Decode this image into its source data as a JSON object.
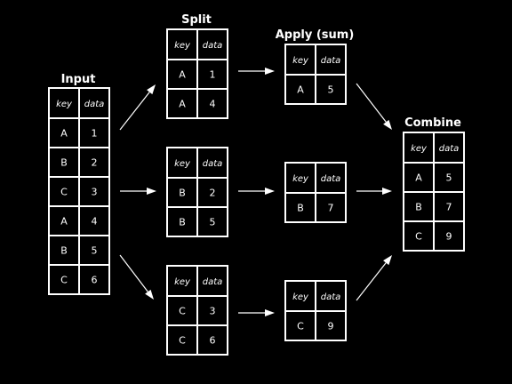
{
  "columns": {
    "key": "key",
    "data": "data"
  },
  "titles": {
    "input": "Input",
    "split": "Split",
    "apply": "Apply (sum)",
    "combine": "Combine"
  },
  "input": {
    "rows": [
      {
        "key": "A",
        "data": "1"
      },
      {
        "key": "B",
        "data": "2"
      },
      {
        "key": "C",
        "data": "3"
      },
      {
        "key": "A",
        "data": "4"
      },
      {
        "key": "B",
        "data": "5"
      },
      {
        "key": "C",
        "data": "6"
      }
    ]
  },
  "split": [
    {
      "rows": [
        {
          "key": "A",
          "data": "1"
        },
        {
          "key": "A",
          "data": "4"
        }
      ]
    },
    {
      "rows": [
        {
          "key": "B",
          "data": "2"
        },
        {
          "key": "B",
          "data": "5"
        }
      ]
    },
    {
      "rows": [
        {
          "key": "C",
          "data": "3"
        },
        {
          "key": "C",
          "data": "6"
        }
      ]
    }
  ],
  "apply": [
    {
      "rows": [
        {
          "key": "A",
          "data": "5"
        }
      ]
    },
    {
      "rows": [
        {
          "key": "B",
          "data": "7"
        }
      ]
    },
    {
      "rows": [
        {
          "key": "C",
          "data": "9"
        }
      ]
    }
  ],
  "combine": {
    "rows": [
      {
        "key": "A",
        "data": "5"
      },
      {
        "key": "B",
        "data": "7"
      },
      {
        "key": "C",
        "data": "9"
      }
    ]
  }
}
